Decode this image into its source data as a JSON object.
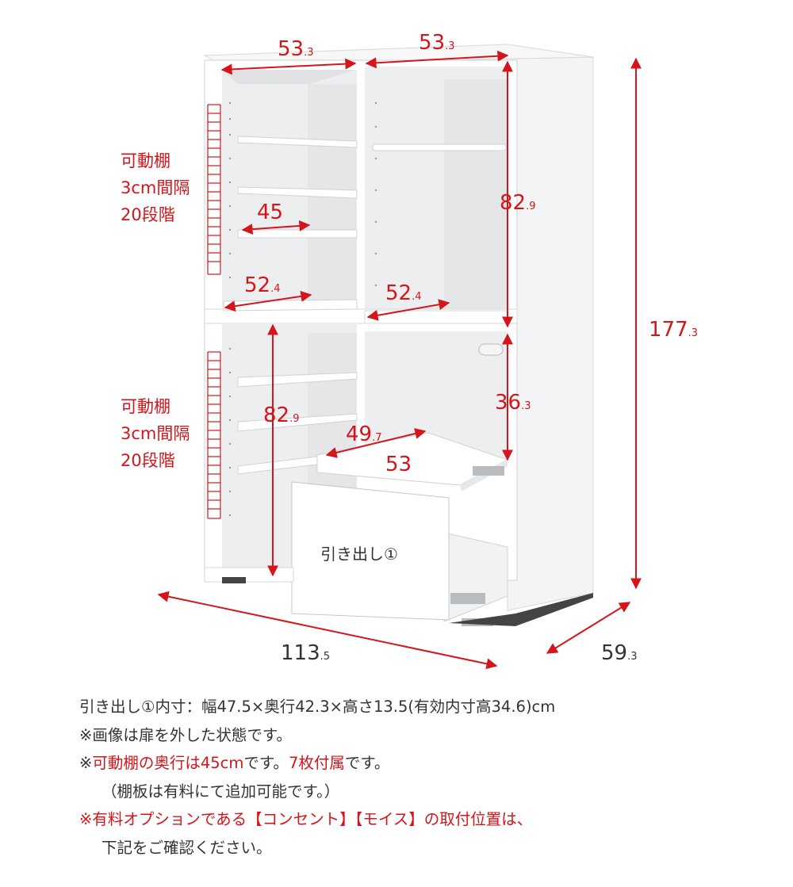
{
  "colors": {
    "accent": "#d4151b",
    "text": "#333333",
    "panel": "#ffffff",
    "shadow": "#e2e4e6"
  },
  "dims": {
    "top_left_width": "53",
    "top_left_width_dec": ".3",
    "top_right_width": "53",
    "top_right_width_dec": ".3",
    "shelf_depth": "45",
    "upper_left_inner": "52",
    "upper_left_inner_dec": ".4",
    "upper_right_inner": "52",
    "upper_right_inner_dec": ".4",
    "upper_right_height": "82",
    "upper_right_height_dec": ".9",
    "total_height": "177",
    "total_height_dec": ".3",
    "lower_left_height": "82",
    "lower_left_height_dec": ".9",
    "lower_right_height": "36",
    "lower_right_height_dec": ".3",
    "slide_depth": "49",
    "slide_depth_dec": ".7",
    "slide_width": "53",
    "total_width": "113",
    "total_width_dec": ".5",
    "total_depth": "59",
    "total_depth_dec": ".3"
  },
  "labels": {
    "upper_shelf": [
      "可動棚",
      "3cm間隔",
      "20段階"
    ],
    "lower_shelf": [
      "可動棚",
      "3cm間隔",
      "20段階"
    ],
    "drawer": "引き出し①"
  },
  "notes": {
    "line1": "引き出し①内寸：幅47.5×奥行42.3×高さ13.5(有効内寸高34.6)cm",
    "line2": "※画像は扉を外した状態です。",
    "line3_a": "※",
    "line3_b": "可動棚の奥行は45cm",
    "line3_c": "です。",
    "line3_d": "7枚付属",
    "line3_e": "です。",
    "line4": "（棚板は有料にて追加可能です。）",
    "line5": "※有料オプションである【コンセント】【モイス】の取付位置は、",
    "line6": "下記をご確認ください。"
  }
}
